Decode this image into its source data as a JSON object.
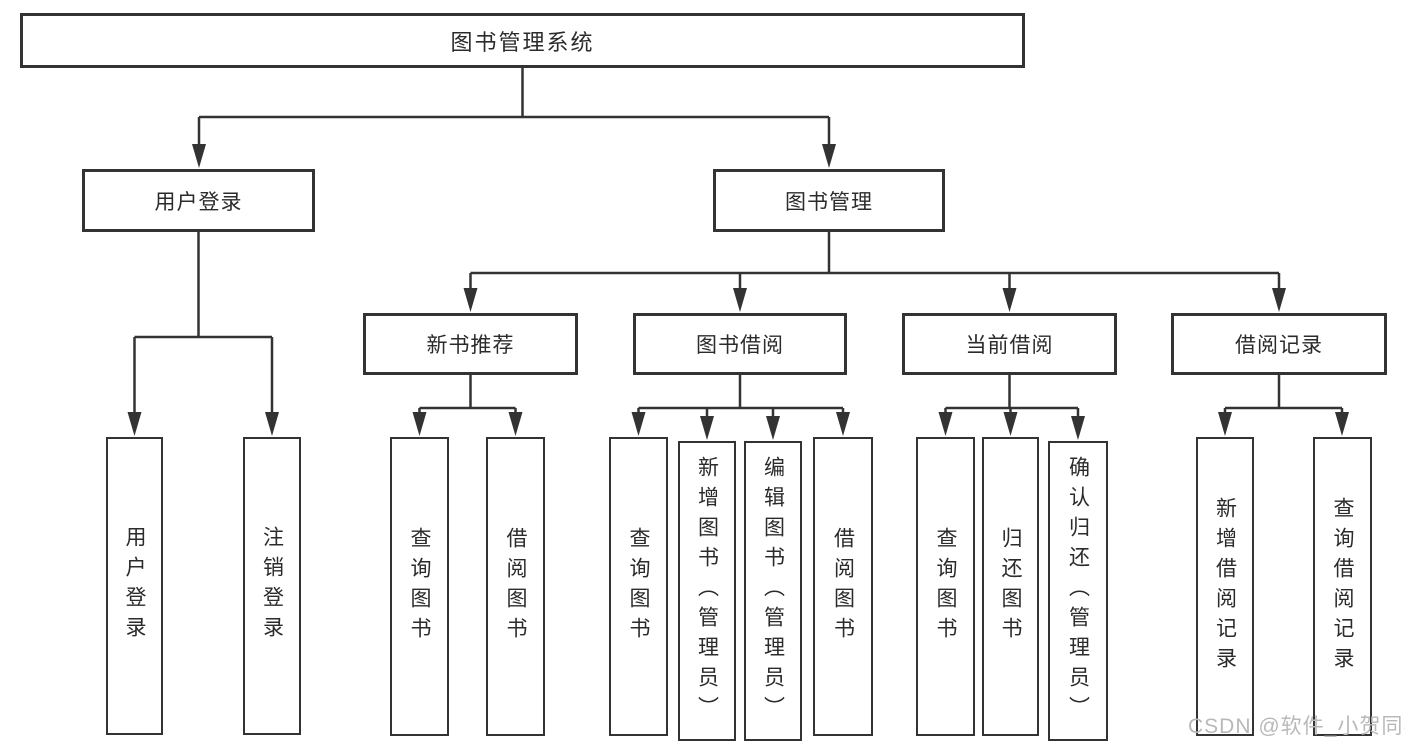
{
  "colors": {
    "line": "#333333",
    "box_border": "#333333",
    "text": "#2b2b2b",
    "watermark": "#b9b9b9",
    "background": "#ffffff"
  },
  "nodes": {
    "root": "图书管理系统",
    "user_login_group": "用户登录",
    "book_mgmt_group": "图书管理",
    "new_book_rec": "新书推荐",
    "book_borrow": "图书借阅",
    "current_borrow": "当前借阅",
    "borrow_record": "借阅记录",
    "user_login": "用户登录",
    "logout": "注销登录",
    "nb_query": "查询图书",
    "nb_borrow": "借阅图书",
    "bb_query": "查询图书",
    "bb_add": "新增图书（管理员）",
    "bb_edit": "编辑图书（管理员）",
    "bb_borrow": "借阅图书",
    "cb_query": "查询图书",
    "cb_return": "归还图书",
    "cb_confirm": "确认归还（管理员）",
    "br_add": "新增借阅记录",
    "br_query": "查询借阅记录"
  },
  "hierarchy": {
    "图书管理系统": {
      "用户登录": [
        "用户登录",
        "注销登录"
      ],
      "图书管理": {
        "新书推荐": [
          "查询图书",
          "借阅图书"
        ],
        "图书借阅": [
          "查询图书",
          "新增图书（管理员）",
          "编辑图书（管理员）",
          "借阅图书"
        ],
        "当前借阅": [
          "查询图书",
          "归还图书",
          "确认归还（管理员）"
        ],
        "借阅记录": [
          "新增借阅记录",
          "查询借阅记录"
        ]
      }
    }
  },
  "watermark": "CSDN @软件_小贺同学"
}
